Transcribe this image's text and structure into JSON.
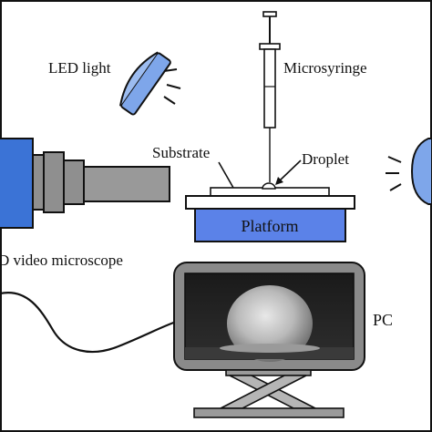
{
  "labels": {
    "led_light": "LED light",
    "microsyringe": "Microsyringe",
    "substrate": "Substrate",
    "droplet": "Droplet",
    "platform": "Platform",
    "video_microscope": "D video microscope",
    "pc": "PC"
  },
  "colors": {
    "camera_blue": "#3b73d6",
    "camera_gray": "#8f8f8f",
    "platform_blue": "#5b82e8",
    "led_blue": "#7ea6ea",
    "outline": "#111111"
  },
  "icons": {
    "led_light": "led-lamp-icon",
    "microsyringe": "syringe-icon",
    "camera": "video-microscope-icon",
    "monitor": "pc-monitor-icon"
  }
}
